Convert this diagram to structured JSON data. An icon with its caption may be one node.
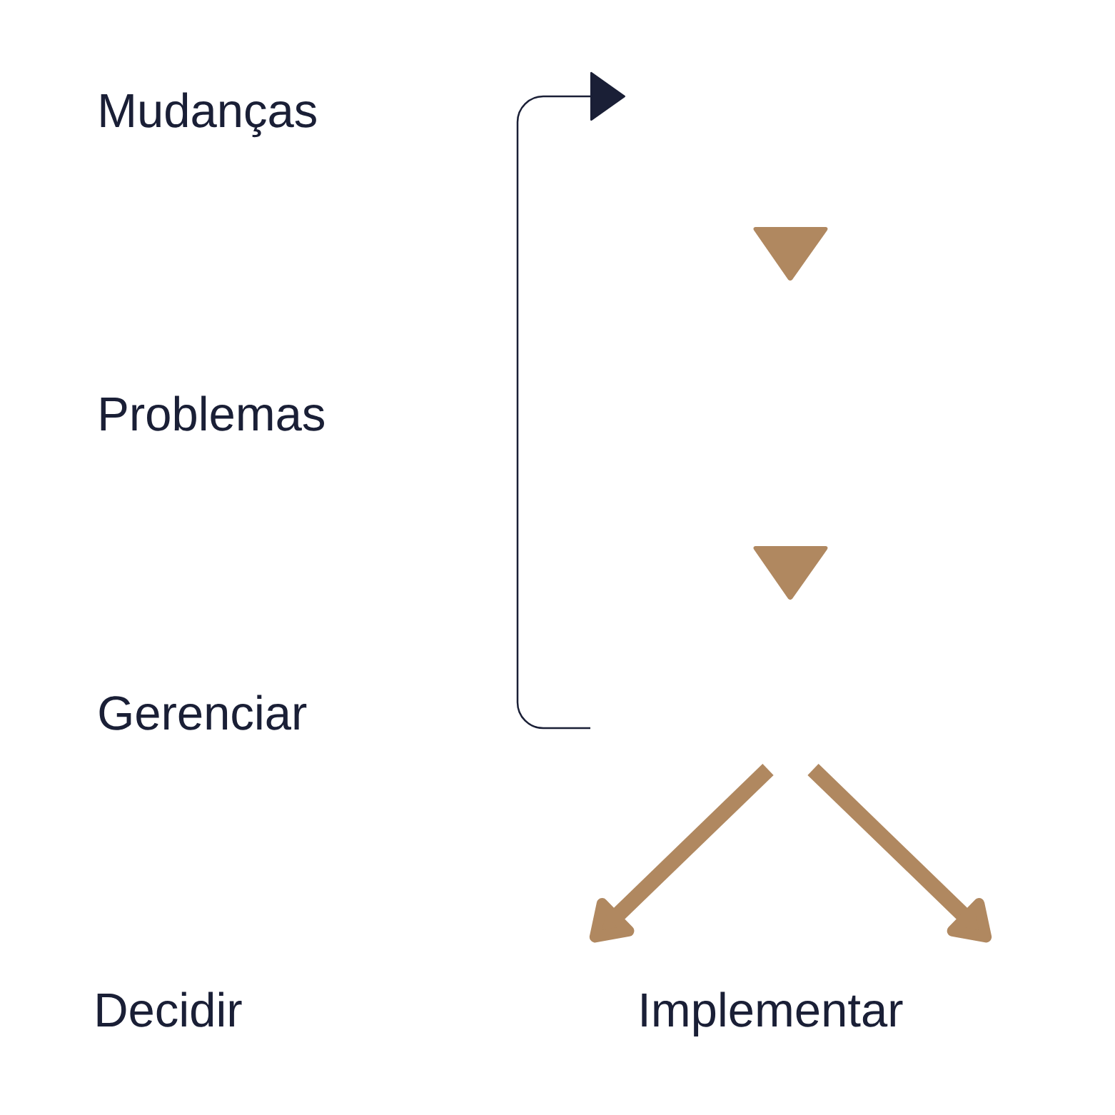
{
  "diagram": {
    "labels": [
      "Mudanças",
      "Problemas",
      "Gerenciar",
      "Decidir",
      "Implementar"
    ]
  }
}
